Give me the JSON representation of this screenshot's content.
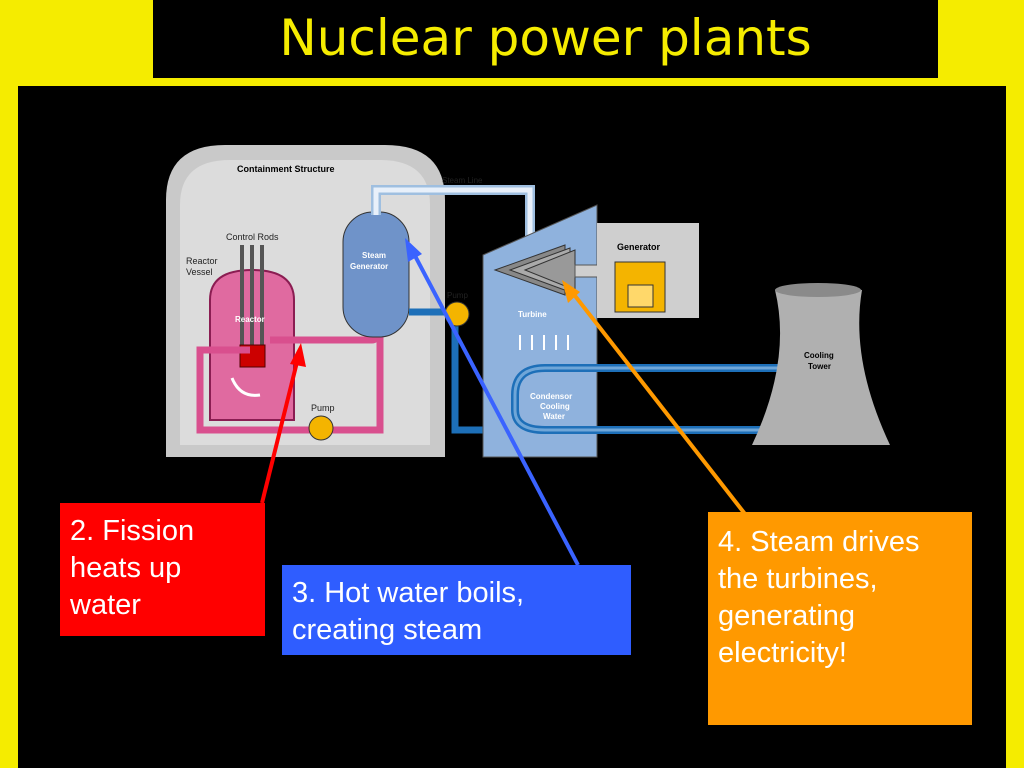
{
  "slide": {
    "title": "Nuclear power plants"
  },
  "diagram": {
    "containment_structure": "Containment Structure",
    "control_rods": "Control Rods",
    "reactor_vessel_line1": "Reactor",
    "reactor_vessel_line2": "Vessel",
    "reactor": "Reactor",
    "steam_generator_line1": "Steam",
    "steam_generator_line2": "Generator",
    "steam_line": "Steam Line",
    "pump_secondary": "Pump",
    "pump_primary": "Pump",
    "turbine": "Turbine",
    "generator": "Generator",
    "condenser_line1": "Condensor",
    "condenser_line2": "Cooling",
    "condenser_line3": "Water",
    "cooling_tower_line1": "Cooling",
    "cooling_tower_line2": "Tower"
  },
  "callouts": {
    "fission": {
      "text": "2.  Fission heats up water",
      "color": "#ff0000"
    },
    "steam": {
      "text": "3.  Hot water boils, creating steam",
      "color": "#2f5dff"
    },
    "turbine": {
      "text": "4.  Steam drives the turbines, generating electricity!",
      "color": "#ff9900"
    }
  }
}
